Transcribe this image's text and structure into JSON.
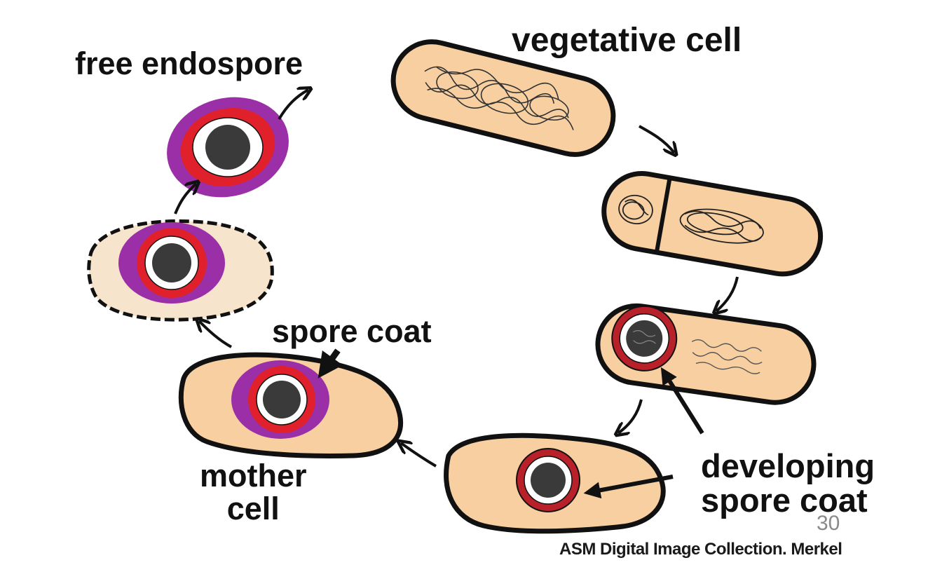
{
  "labels": {
    "free_endospore": "free endospore",
    "vegetative_cell": "vegetative cell",
    "spore_coat": "spore coat",
    "mother_line1": "mother",
    "mother_line2": "cell",
    "developing_line1": "developing",
    "developing_line2": "spore coat"
  },
  "slide_number": "30",
  "credit": "ASM Digital Image Collection. Merkel",
  "colors": {
    "cell_fill": "#f7cfa0",
    "cell_fill_light": "#f6e4cc",
    "outline": "#111111",
    "spore_coat_red": "#e0202a",
    "cortex_purple": "#9b2fa8",
    "developing_coat": "#b8202a",
    "core_white": "#ffffff"
  }
}
